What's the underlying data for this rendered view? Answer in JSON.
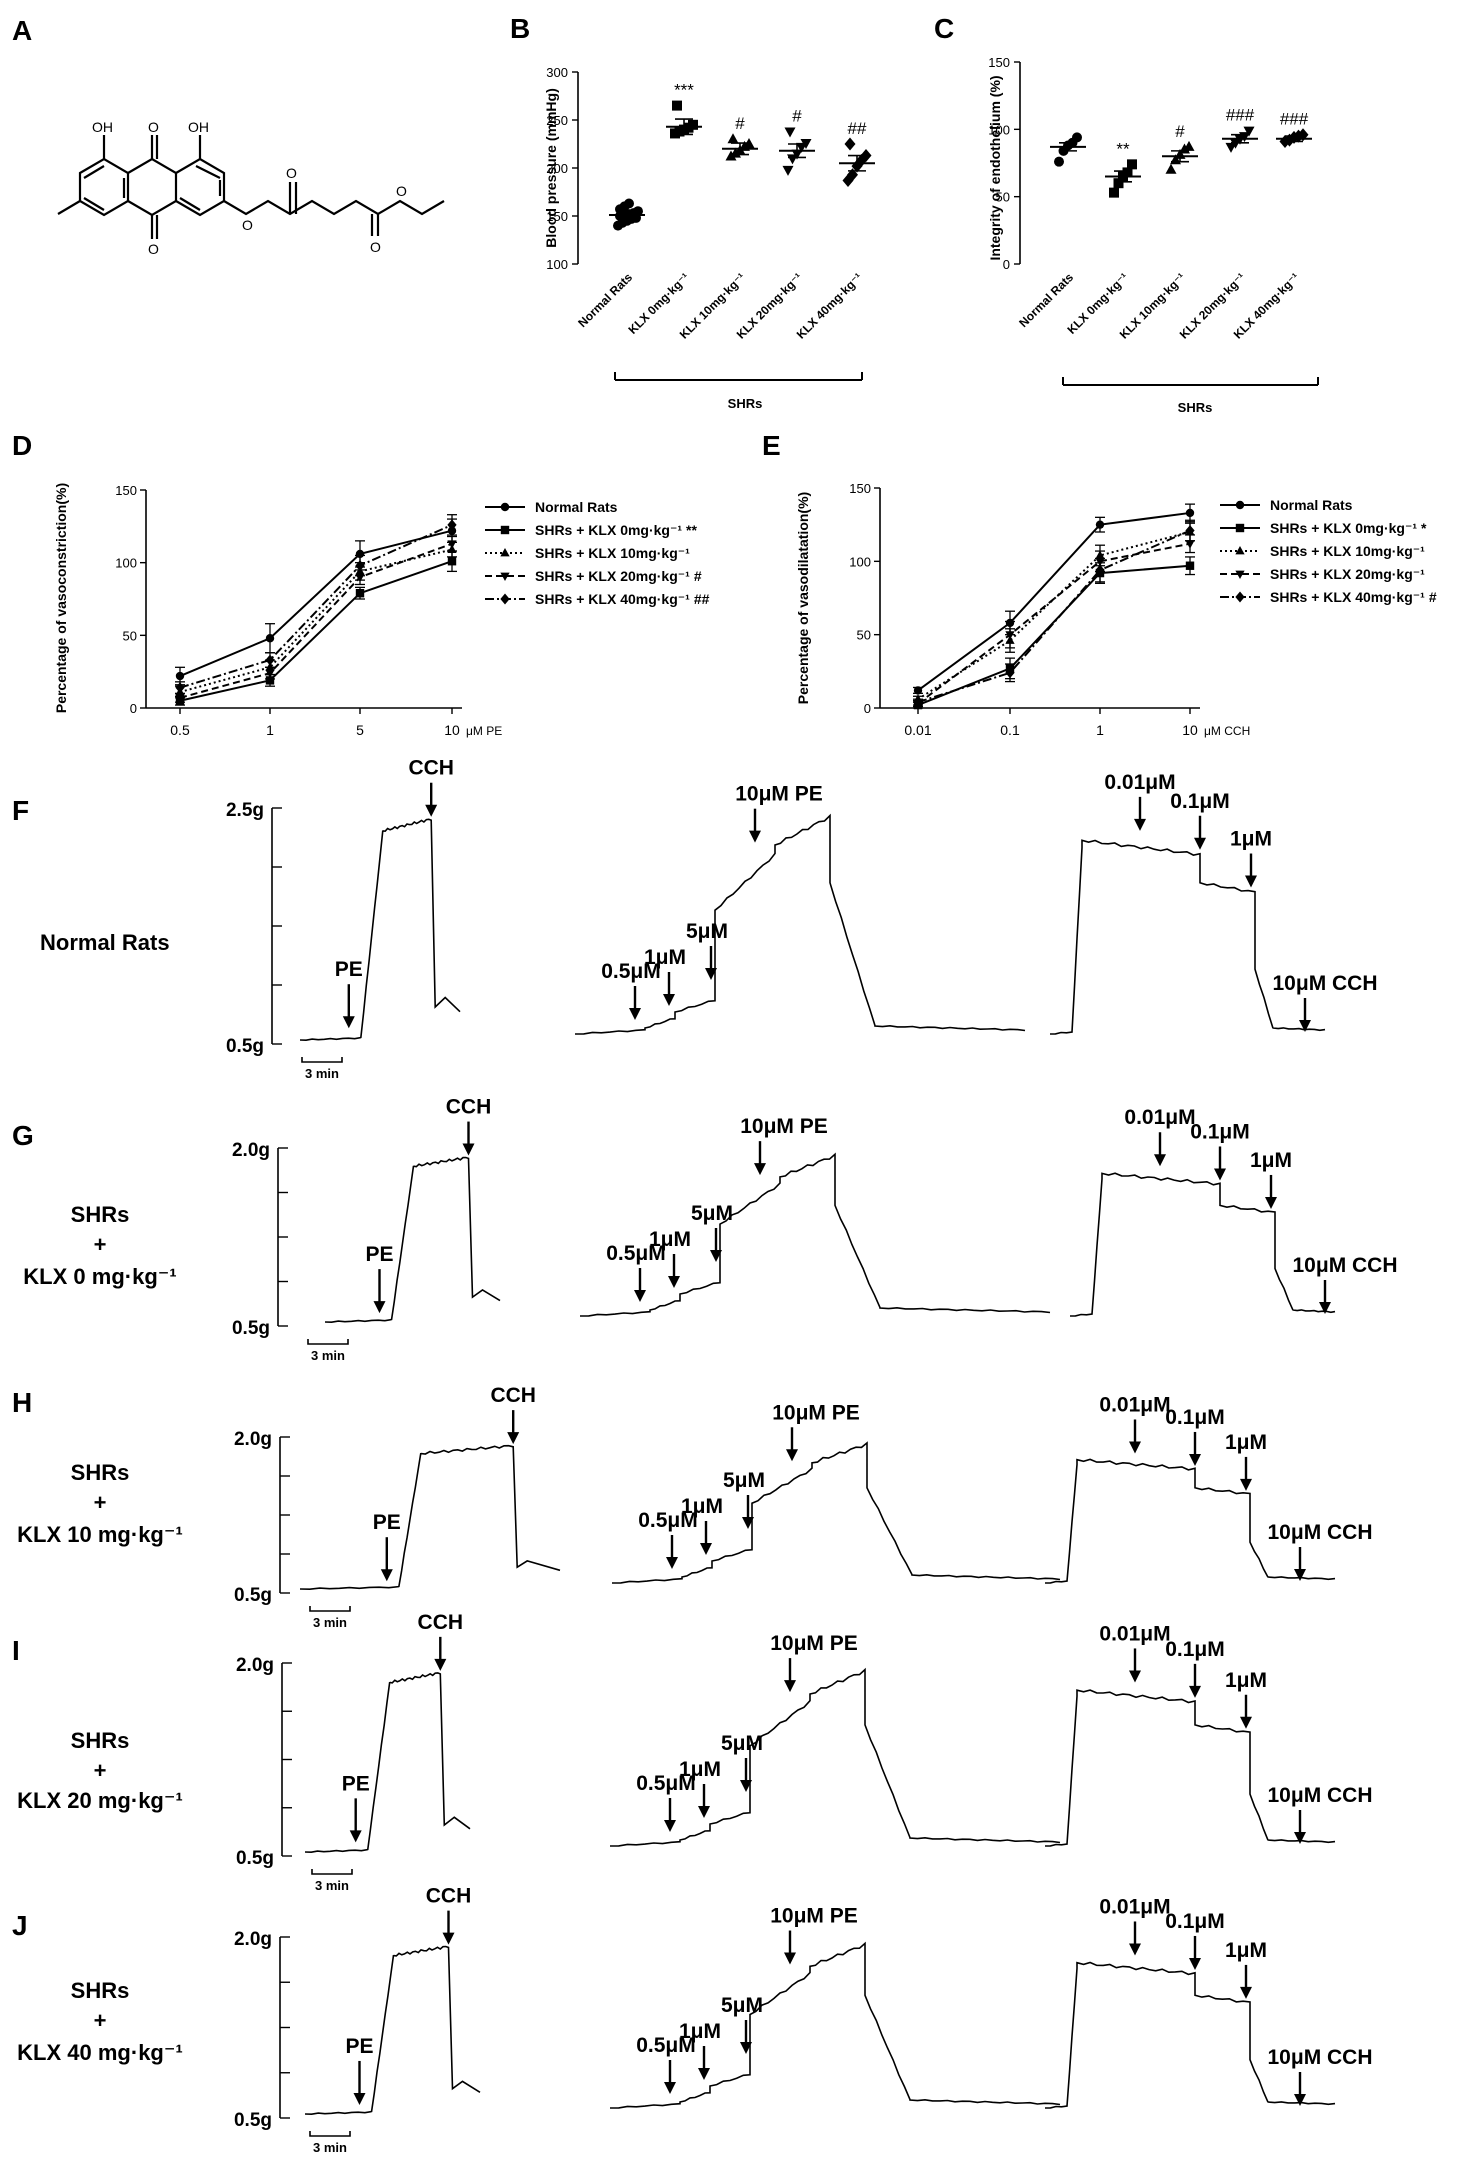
{
  "chart_data": [
    {
      "panel": "A",
      "type": "other",
      "atoms": [
        "OH",
        "O",
        "OH",
        "O",
        "O",
        "O",
        "O",
        "O"
      ]
    },
    {
      "panel": "B",
      "type": "scatter",
      "ylabel": "Blood pressure (mmHg)",
      "ylim": [
        100,
        300
      ],
      "yticks": [
        "100",
        "150",
        "200",
        "250",
        "300"
      ],
      "categories": [
        "Normal Rats",
        "KLX 0mg·kg⁻¹",
        "KLX 10mg·kg⁻¹",
        "KLX 20mg·kg⁻¹",
        "KLX 40mg·kg⁻¹"
      ],
      "group_label": "SHRs",
      "means": [
        151,
        243,
        220,
        218,
        205
      ],
      "sems": [
        4,
        8,
        6,
        7,
        8
      ],
      "significance": [
        "",
        "***",
        "#",
        "#",
        "##"
      ],
      "points": [
        [
          140,
          143,
          145,
          147,
          148,
          150,
          151,
          152,
          153,
          155,
          157,
          160,
          163
        ],
        [
          236,
          238,
          240,
          242,
          245,
          265
        ],
        [
          212,
          215,
          218,
          222,
          225,
          230
        ],
        [
          198,
          210,
          215,
          222,
          226,
          238
        ],
        [
          187,
          193,
          202,
          208,
          213,
          225
        ]
      ],
      "markers": [
        "circle",
        "square",
        "triangle",
        "triangle-down",
        "diamond"
      ]
    },
    {
      "panel": "C",
      "type": "scatter",
      "ylabel": "Integrity of endothelium (%)",
      "ylim": [
        0,
        150
      ],
      "yticks": [
        "0",
        "50",
        "100",
        "150"
      ],
      "categories": [
        "Normal Rats",
        "KLX 0mg·kg⁻¹",
        "KLX 10mg·kg⁻¹",
        "KLX 20mg·kg⁻¹",
        "KLX 40mg·kg⁻¹"
      ],
      "group_label": "SHRs",
      "means": [
        87,
        65,
        80,
        93,
        93
      ],
      "sems": [
        3,
        4,
        4,
        3,
        2
      ],
      "significance": [
        "",
        "**",
        "#",
        "###",
        "###"
      ],
      "points": [
        [
          76,
          84,
          88,
          90,
          94
        ],
        [
          53,
          60,
          65,
          68,
          74
        ],
        [
          70,
          77,
          81,
          85,
          87
        ],
        [
          87,
          90,
          93,
          95,
          99
        ],
        [
          91,
          92,
          94,
          95,
          96
        ]
      ],
      "markers": [
        "circle",
        "square",
        "triangle",
        "triangle-down",
        "diamond"
      ]
    },
    {
      "panel": "D",
      "type": "line",
      "ylabel": "Percentage of vasoconstriction(%)",
      "ylim": [
        0,
        150
      ],
      "yticks": [
        "0",
        "50",
        "100",
        "150"
      ],
      "categories": [
        "0.5",
        "1",
        "5",
        "10"
      ],
      "axis_unit": "μM  PE",
      "series": [
        {
          "name": "Normal Rats",
          "marker": "circle",
          "dash": "",
          "values": [
            22,
            48,
            106,
            122
          ],
          "errors": [
            6,
            10,
            9,
            8
          ]
        },
        {
          "name": "SHRs + KLX 0mg·kg⁻¹",
          "sig": "**",
          "marker": "square",
          "dash": "",
          "values": [
            5,
            19,
            79,
            101
          ],
          "errors": [
            3,
            4,
            4,
            7
          ]
        },
        {
          "name": "SHRs + KLX 10mg·kg⁻¹",
          "marker": "triangle",
          "dash": "2,3",
          "values": [
            11,
            28,
            94,
            109
          ],
          "errors": [
            4,
            5,
            6,
            5
          ]
        },
        {
          "name": "SHRs + KLX 20mg·kg⁻¹",
          "sig": "#",
          "marker": "triangle-down",
          "dash": "7,4",
          "values": [
            7,
            24,
            90,
            113
          ],
          "errors": [
            3,
            4,
            5,
            5
          ]
        },
        {
          "name": "SHRs + KLX 40mg·kg⁻¹",
          "sig": "##",
          "marker": "diamond",
          "dash": "9,3,2,3",
          "values": [
            14,
            33,
            98,
            126
          ],
          "errors": [
            4,
            5,
            7,
            7
          ]
        }
      ]
    },
    {
      "panel": "E",
      "type": "line",
      "ylabel": "Percentage of vasodilatation(%)",
      "ylim": [
        0,
        150
      ],
      "yticks": [
        "0",
        "50",
        "100",
        "150"
      ],
      "categories": [
        "0.01",
        "0.1",
        "1",
        "10"
      ],
      "axis_unit": "μM  CCH",
      "series": [
        {
          "name": "Normal Rats",
          "marker": "circle",
          "dash": "",
          "values": [
            12,
            58,
            125,
            133
          ],
          "errors": [
            2,
            8,
            5,
            6
          ]
        },
        {
          "name": "SHRs + KLX 0mg·kg⁻¹",
          "sig": "*",
          "marker": "square",
          "dash": "",
          "values": [
            2,
            27,
            92,
            97
          ],
          "errors": [
            2,
            7,
            7,
            6
          ]
        },
        {
          "name": "SHRs + KLX 10mg·kg⁻¹",
          "marker": "triangle",
          "dash": "2,3",
          "values": [
            6,
            46,
            104,
            120
          ],
          "errors": [
            2,
            8,
            7,
            6
          ]
        },
        {
          "name": "SHRs + KLX 20mg·kg⁻¹",
          "marker": "triangle-down",
          "dash": "7,4",
          "values": [
            3,
            50,
            100,
            112
          ],
          "errors": [
            2,
            9,
            7,
            6
          ]
        },
        {
          "name": "SHRs + KLX 40mg·kg⁻¹",
          "sig": "#",
          "marker": "diamond",
          "dash": "9,3,2,3",
          "values": [
            4,
            24,
            94,
            121
          ],
          "errors": [
            2,
            6,
            8,
            7
          ]
        }
      ]
    }
  ],
  "panel_letters": {
    "A": "A",
    "B": "B",
    "C": "C",
    "D": "D",
    "E": "E",
    "F": "F",
    "G": "G",
    "H": "H",
    "I": "I",
    "J": "J"
  },
  "traces": [
    {
      "panel": "F",
      "group": [
        "Normal Rats"
      ],
      "ymax_label": "2.5g",
      "ymin_label": "0.5g",
      "scale_bar": "3 min",
      "labels": {
        "pe": "PE",
        "cch": "CCH",
        "c05": "0.5μM",
        "c1": "1μM",
        "c5": "5μM",
        "c10": "10μM PE",
        "d001": "0.01μM",
        "d01": "0.1μM",
        "d1": "1μM",
        "d10": "10μM CCH"
      }
    },
    {
      "panel": "G",
      "group": [
        "SHRs",
        "+",
        "KLX 0 mg·kg⁻¹"
      ],
      "ymax_label": "2.0g",
      "ymin_label": "0.5g",
      "scale_bar": "3 min",
      "labels": {
        "pe": "PE",
        "cch": "CCH",
        "c05": "0.5μM",
        "c1": "1μM",
        "c5": "5μM",
        "c10": "10μM PE",
        "d001": "0.01μM",
        "d01": "0.1μM",
        "d1": "1μM",
        "d10": "10μM CCH"
      }
    },
    {
      "panel": "H",
      "group": [
        "SHRs",
        "+",
        "KLX 10 mg·kg⁻¹"
      ],
      "ymax_label": "2.0g",
      "ymin_label": "0.5g",
      "scale_bar": "3 min",
      "labels": {
        "pe": "PE",
        "cch": "CCH",
        "c05": "0.5μM",
        "c1": "1μM",
        "c5": "5μM",
        "c10": "10μM PE",
        "d001": "0.01μM",
        "d01": "0.1μM",
        "d1": "1μM",
        "d10": "10μM CCH"
      }
    },
    {
      "panel": "I",
      "group": [
        "SHRs",
        "+",
        "KLX 20 mg·kg⁻¹"
      ],
      "ymax_label": "2.0g",
      "ymin_label": "0.5g",
      "scale_bar": "3 min",
      "labels": {
        "pe": "PE",
        "cch": "CCH",
        "c05": "0.5μM",
        "c1": "1μM",
        "c5": "5μM",
        "c10": "10μM PE",
        "d001": "0.01μM",
        "d01": "0.1μM",
        "d1": "1μM",
        "d10": "10μM CCH"
      }
    },
    {
      "panel": "J",
      "group": [
        "SHRs",
        "+",
        "KLX 40 mg·kg⁻¹"
      ],
      "ymax_label": "2.0g",
      "ymin_label": "0.5g",
      "scale_bar": "3 min",
      "labels": {
        "pe": "PE",
        "cch": "CCH",
        "c05": "0.5μM",
        "c1": "1μM",
        "c5": "5μM",
        "c10": "10μM PE",
        "d001": "0.01μM",
        "d01": "0.1μM",
        "d1": "1μM",
        "d10": "10μM CCH"
      }
    }
  ]
}
